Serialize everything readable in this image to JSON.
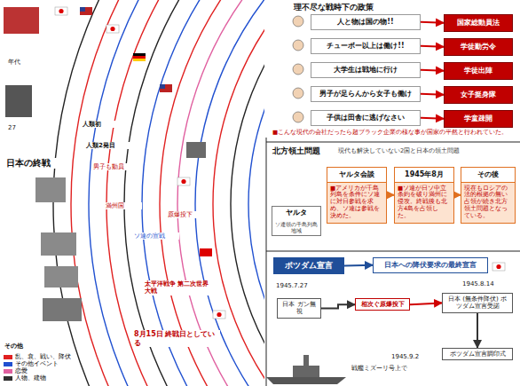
{
  "diagram": {
    "nodes": [
      {
        "text": [
          "人と物は国の物!!"
        ]
      },
      {
        "text": [
          "国家総動員法"
        ]
      },
      {
        "text": [
          "チューボー以上は働け!!"
        ]
      },
      {
        "text": [
          "学徒勤労令"
        ]
      },
      {
        "text": [
          "大学生は戦地に行け"
        ]
      },
      {
        "text": [
          "学徒出陣"
        ]
      },
      {
        "text": [
          "男子が足らんから女子も働け"
        ]
      },
      {
        "text": [
          "女子挺身隊"
        ]
      },
      {
        "text": [
          "子供は田舎に逃げなさい"
        ]
      },
      {
        "text": [
          "学童疎開"
        ]
      },
      {
        "text": [
          "ヤルタ会談",
          "■アメリカが千島列島を条件にソ連に対日参戦を求め、ソ連は参戦を決めた。"
        ]
      },
      {
        "text": [
          "1945年8月",
          "■ソ連が日ソ中立条約を破り満州に侵攻。終戦後も北方4島を占領した。"
        ]
      },
      {
        "text": [
          "その後",
          "現在もロシアの法的根拠の無い占領が続き北方領土問題となっている。"
        ]
      },
      {
        "text": [
          "ヤルタ",
          "ソ連領の千島列島地域"
        ]
      },
      {
        "text": [
          "ポツダム宣言"
        ]
      },
      {
        "text": [
          "日本への降伏要求の最終宣言"
        ]
      },
      {
        "text": [
          "日本 ガン無視"
        ]
      },
      {
        "text": [
          "相次ぐ原爆投下"
        ]
      },
      {
        "text": [
          "日本 (無条件降伏) ポツダム宣言受諾"
        ]
      },
      {
        "text": [
          "ポツダム宣言調印式"
        ]
      }
    ],
    "edges": [
      {
        "from": 0,
        "to": 1,
        "arrow": "to"
      },
      {
        "from": 2,
        "to": 3,
        "arrow": "to"
      },
      {
        "from": 4,
        "to": 5,
        "arrow": "to"
      },
      {
        "from": 6,
        "to": 7,
        "arrow": "to"
      },
      {
        "from": 8,
        "to": 9,
        "arrow": "to"
      },
      {
        "from": 10,
        "to": 11,
        "arrow": "to"
      },
      {
        "from": 11,
        "to": 12,
        "arrow": "to"
      },
      {
        "from": 14,
        "to": 15,
        "arrow": "to"
      },
      {
        "from": 16,
        "to": 17,
        "arrow": "to"
      },
      {
        "from": 17,
        "to": 18,
        "arrow": "to"
      },
      {
        "from": 18,
        "to": 19,
        "arrow": "to"
      }
    ],
    "labels": [
      "理不尽な戦時下の政策",
      "■こんな現代の会社だったら超ブラック企業の様な事が国家の平然と行われていた。",
      "北方領土問題",
      "現代も解決していない2国と日本の領土問題",
      "1945.7.27",
      "1945.8.14",
      "1945.9.2",
      "戦艦ミズーリ号上で",
      "日本の終戦",
      "年代",
      "人類初",
      "満州国",
      "人類2発目",
      "男子も動員",
      "太平洋戦争 第二次世界大戦",
      "8月15日 終戦日としている",
      "ソ連の宣戦",
      "原爆投下",
      "27",
      "その他"
    ],
    "legend": [
      {
        "text": "乱、衰、戦い、降伏",
        "color": "#e02020"
      },
      {
        "text": "その他イベント",
        "color": "#2050d0"
      },
      {
        "text": "恋愛",
        "color": "#e060a0"
      },
      {
        "text": "人物、建物",
        "color": "#303030"
      }
    ]
  }
}
